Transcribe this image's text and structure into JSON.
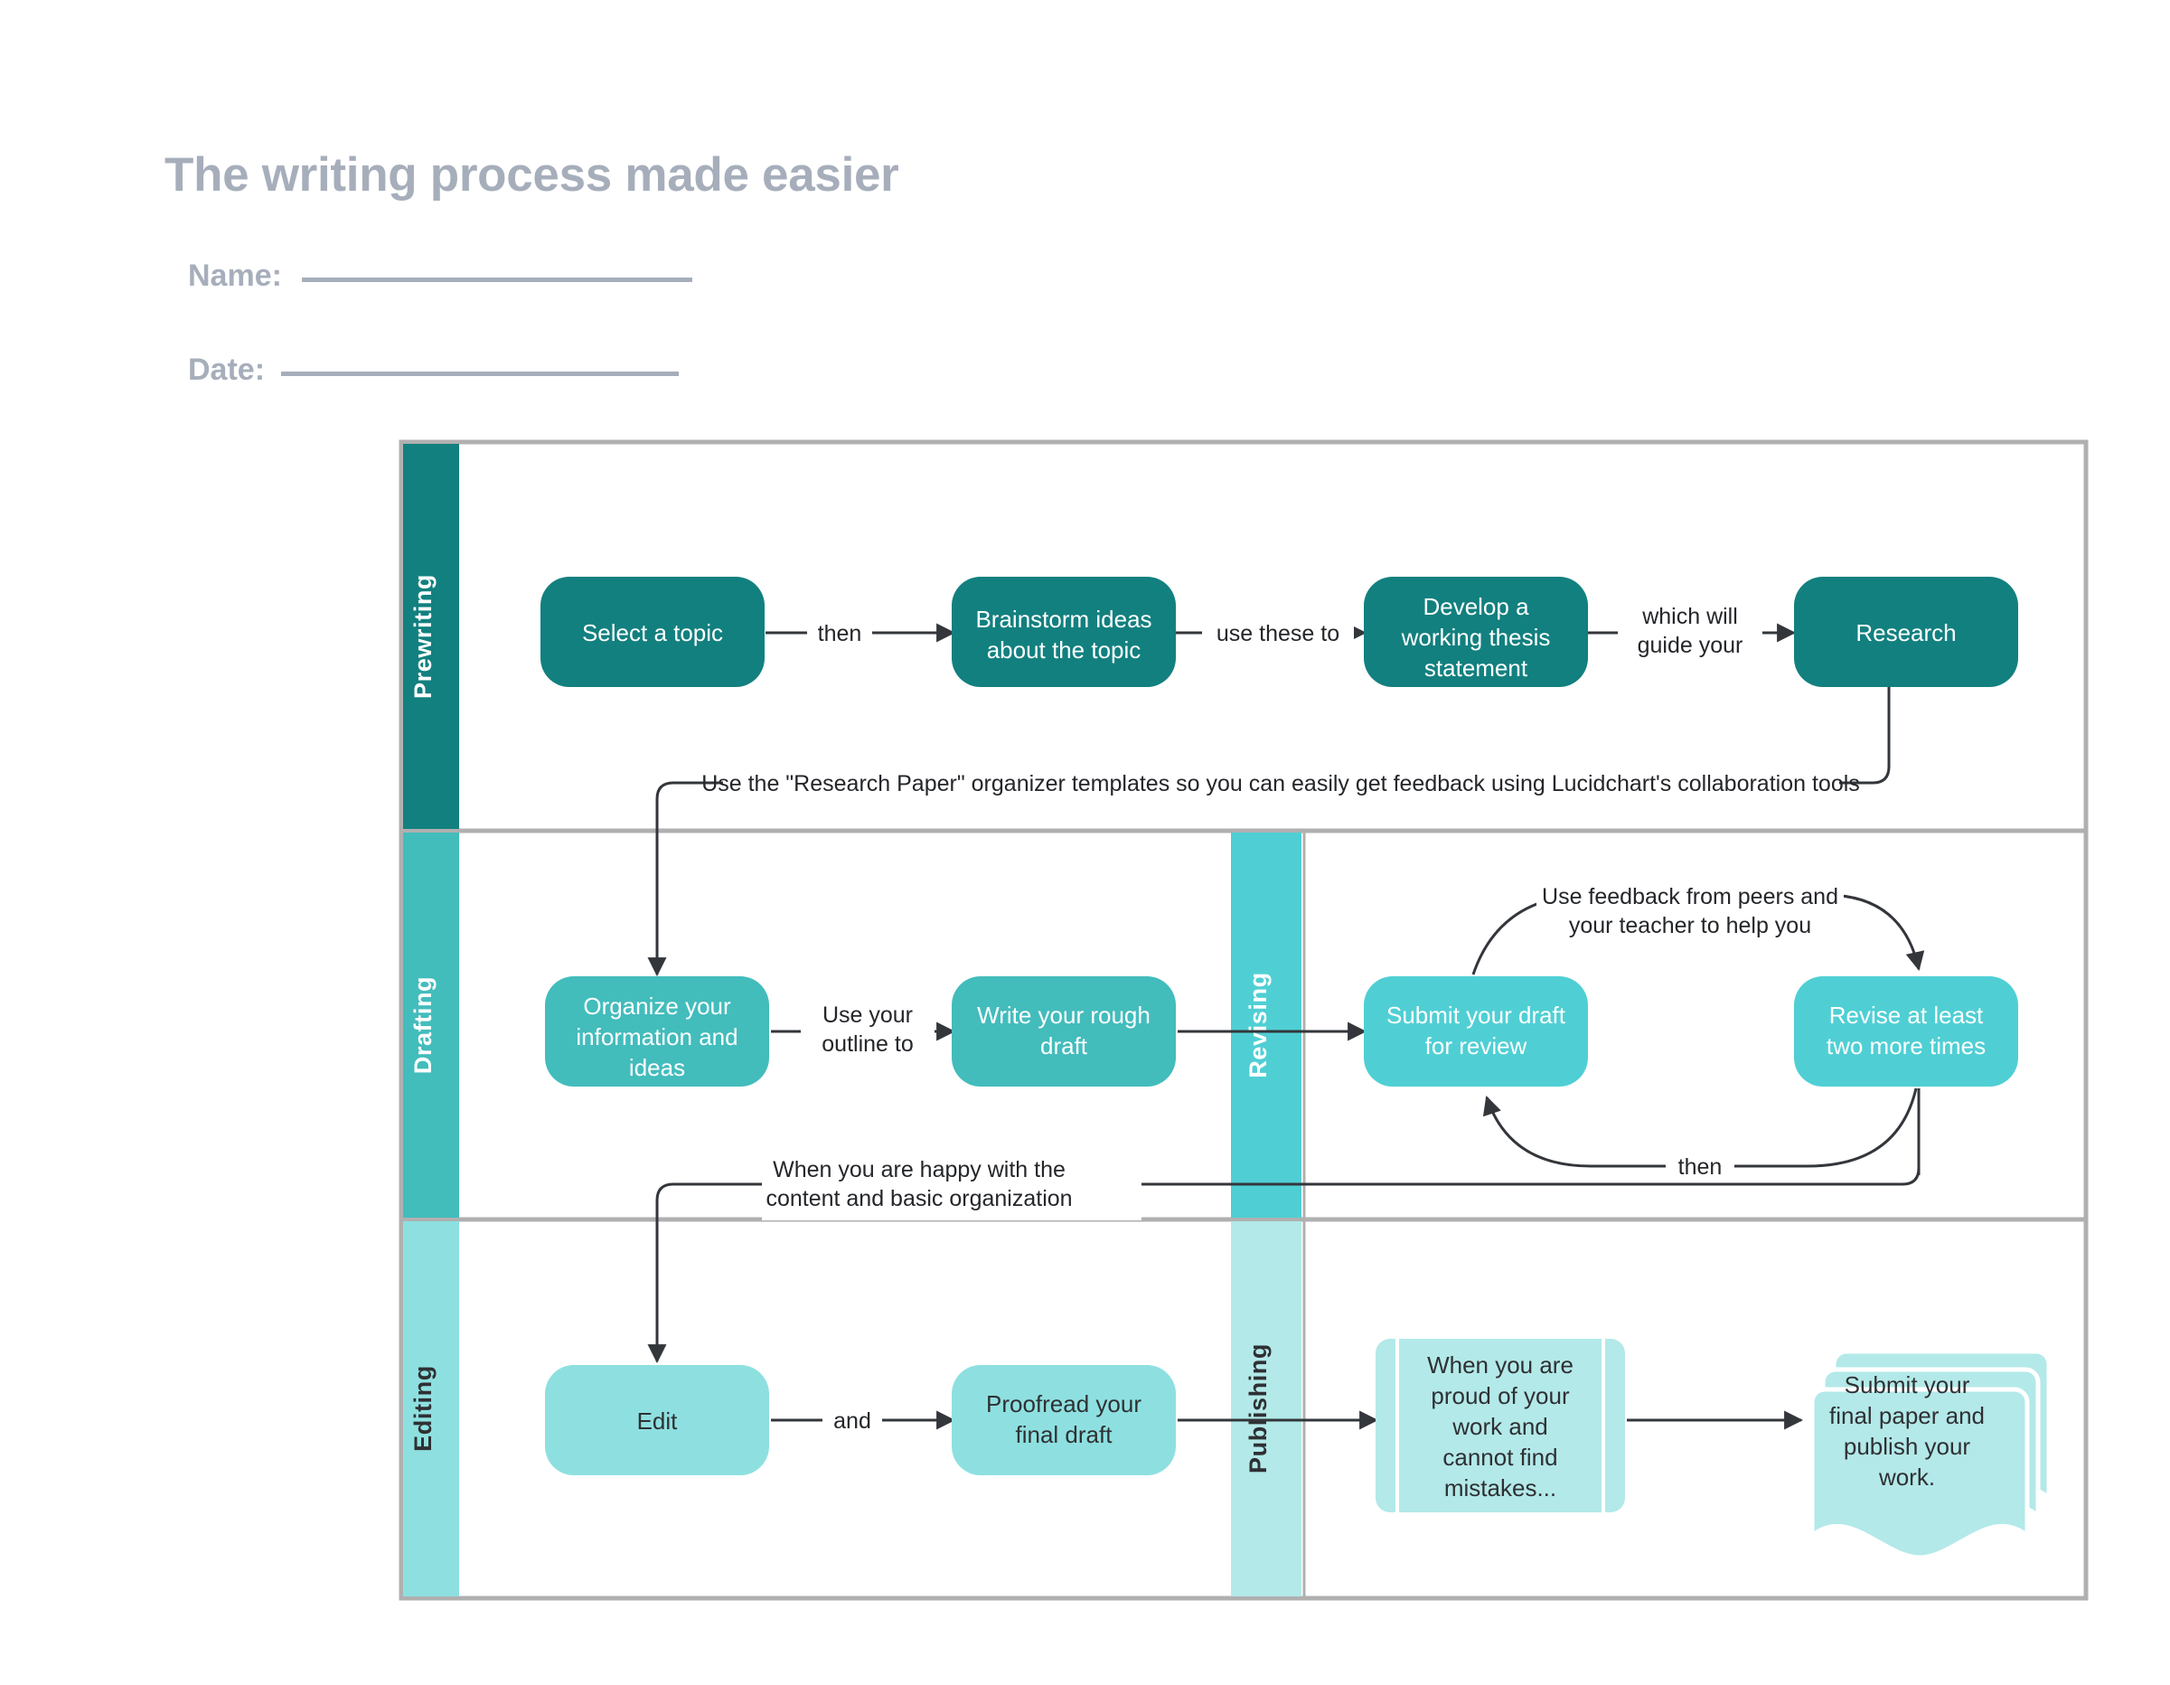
{
  "header": {
    "title": "The writing process made easier",
    "fields": [
      {
        "label": "Name:",
        "value": ""
      },
      {
        "label": "Date:",
        "value": ""
      }
    ]
  },
  "colors": {
    "prewriting": "#12807f",
    "drafting": "#43bcbc",
    "revising": "#4fcfd4",
    "editing": "#8ee0e0",
    "publishing": "#b3e9e9",
    "lane_border": "#b0b0b0",
    "connector": "#33363b",
    "title_gray": "#a7aebb"
  },
  "lanes": [
    {
      "id": "prewriting",
      "label": "Prewriting",
      "fill": "#12807f",
      "text_dark": false
    },
    {
      "id": "drafting",
      "label": "Drafting",
      "fill": "#43bcbc",
      "text_dark": false
    },
    {
      "id": "revising",
      "label": "Revising",
      "fill": "#4fcfd4",
      "text_dark": false
    },
    {
      "id": "editing",
      "label": "Editing",
      "fill": "#8ee0e0",
      "text_dark": true
    },
    {
      "id": "publishing",
      "label": "Publishing",
      "fill": "#b3e9e9",
      "text_dark": true
    }
  ],
  "nodes": {
    "select_topic": {
      "lines": [
        "Select a topic"
      ],
      "lane": "prewriting"
    },
    "brainstorm": {
      "lines": [
        "Brainstorm ideas",
        "about the topic"
      ],
      "lane": "prewriting"
    },
    "thesis": {
      "lines": [
        "Develop a",
        "working thesis",
        "statement"
      ],
      "lane": "prewriting"
    },
    "research": {
      "lines": [
        "Research"
      ],
      "lane": "prewriting"
    },
    "organize": {
      "lines": [
        "Organize your",
        "information and",
        "ideas"
      ],
      "lane": "drafting"
    },
    "rough_draft": {
      "lines": [
        "Write your rough",
        "draft"
      ],
      "lane": "drafting"
    },
    "submit_review": {
      "lines": [
        "Submit your draft",
        "for review"
      ],
      "lane": "revising"
    },
    "revise_twice": {
      "lines": [
        "Revise at least",
        "two more times"
      ],
      "lane": "revising"
    },
    "edit": {
      "lines": [
        "Edit"
      ],
      "lane": "editing"
    },
    "proofread": {
      "lines": [
        "Proofread your",
        "final draft"
      ],
      "lane": "editing"
    },
    "proud": {
      "lines": [
        "When you are",
        "proud of your",
        "work and",
        "cannot find",
        "mistakes..."
      ],
      "lane": "publishing"
    },
    "submit_final": {
      "lines": [
        "Submit your",
        "final paper and",
        "publish your",
        "work."
      ],
      "lane": "publishing"
    }
  },
  "edges": {
    "then1": {
      "lines": [
        "then"
      ]
    },
    "use_these_to": {
      "lines": [
        "use these to"
      ]
    },
    "which_guide": {
      "lines": [
        "which will",
        "guide your"
      ]
    },
    "research_note": {
      "lines": [
        "Use the \"Research Paper\" organizer templates so you can easily get feedback using Lucidchart's collaboration tools"
      ]
    },
    "use_outline": {
      "lines": [
        "Use your",
        "outline to"
      ]
    },
    "feedback": {
      "lines": [
        "Use feedback from peers and",
        "your teacher to help you"
      ]
    },
    "then2": {
      "lines": [
        "then"
      ]
    },
    "happy": {
      "lines": [
        "When you are happy with the",
        "content and basic organization"
      ]
    },
    "and": {
      "lines": [
        "and"
      ]
    }
  }
}
